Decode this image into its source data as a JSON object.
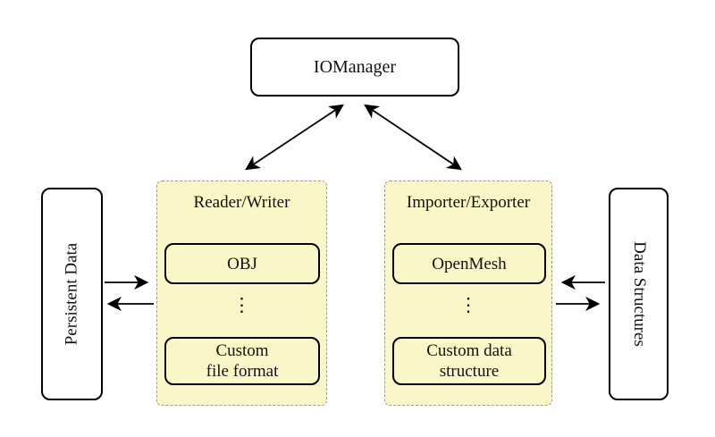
{
  "nodes": {
    "io_manager": {
      "label": "IOManager"
    },
    "persistent_data": {
      "label": "Persistent Data"
    },
    "data_structures": {
      "label": "Data Structures"
    }
  },
  "groups": {
    "reader_writer": {
      "title": "Reader/Writer",
      "ellipsis": "⋮",
      "items": [
        {
          "label": "OBJ"
        },
        {
          "label": "Custom\nfile format"
        }
      ]
    },
    "importer_exporter": {
      "title": "Importer/Exporter",
      "ellipsis": "⋮",
      "items": [
        {
          "label": "OpenMesh"
        },
        {
          "label": "Custom data\nstructure"
        }
      ]
    }
  },
  "colors": {
    "group_fill": "#FBF6C8",
    "group_border": "#9a9a9a",
    "node_border": "#000000",
    "node_fill": "#ffffff"
  }
}
